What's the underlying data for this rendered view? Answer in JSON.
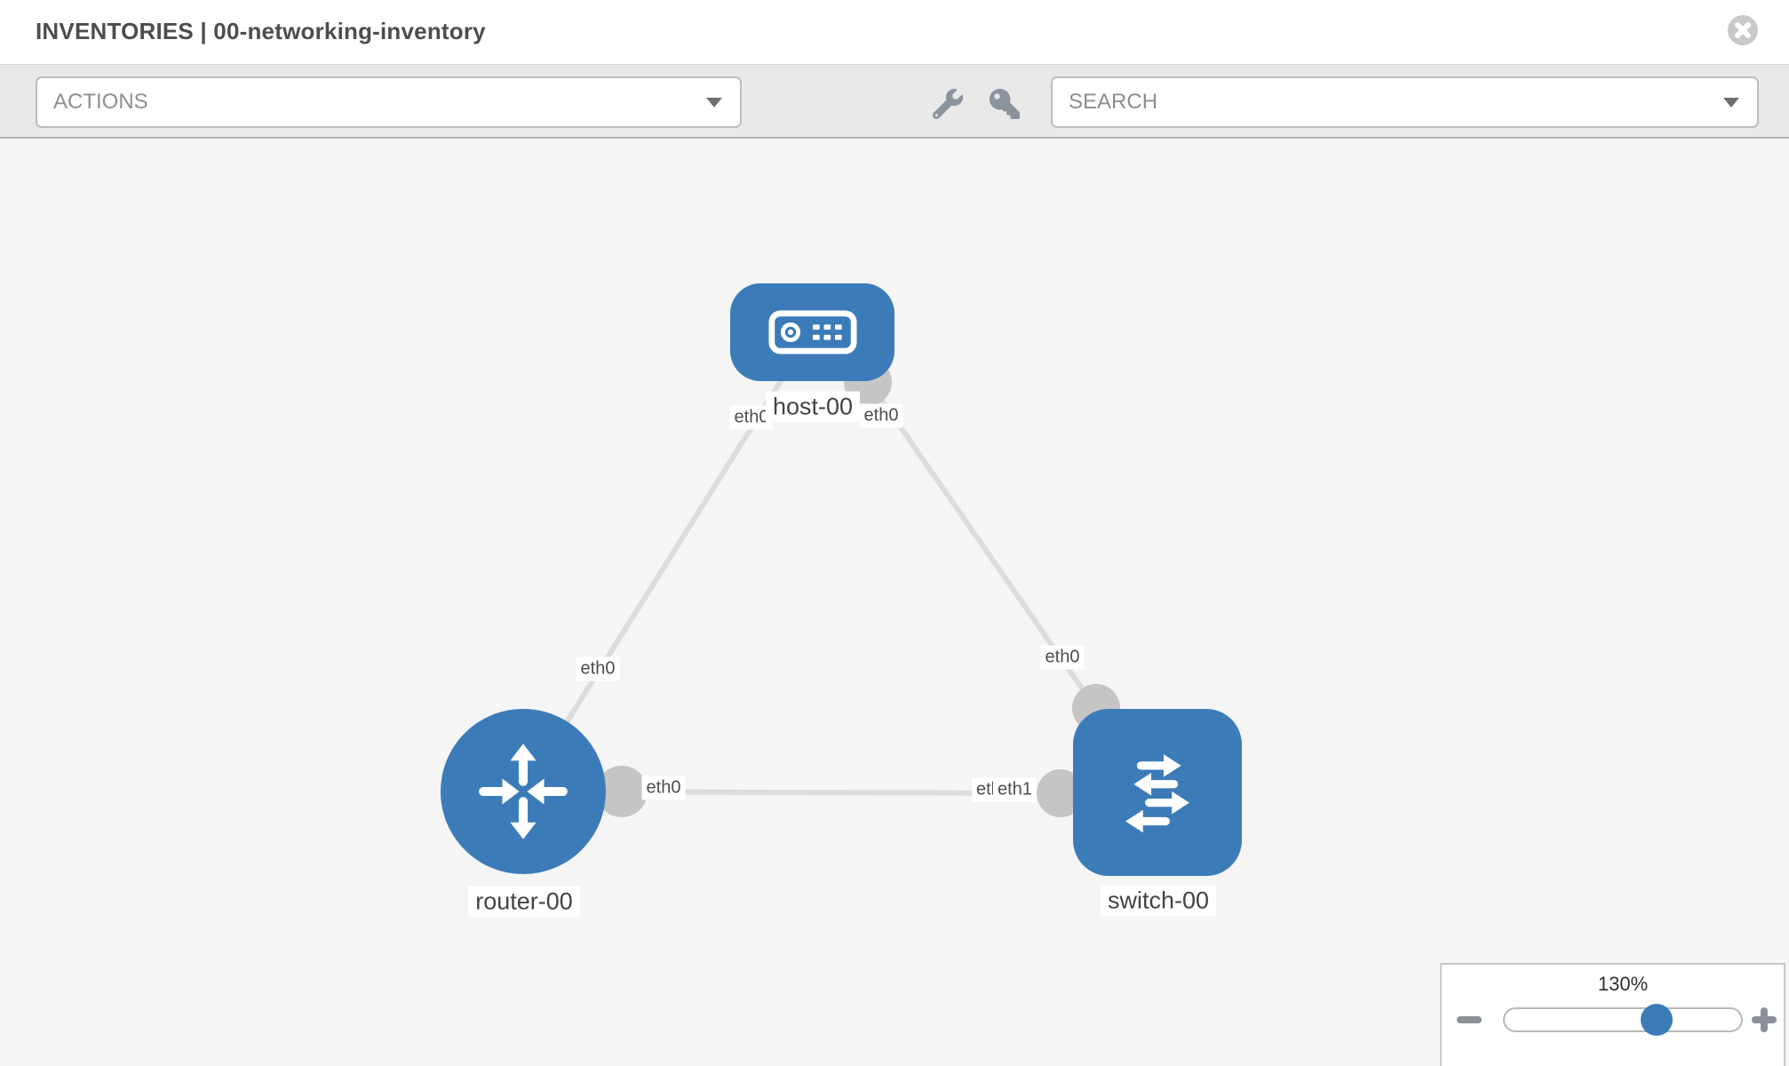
{
  "header": {
    "title": "INVENTORIES | 00-networking-inventory",
    "close_icon": "circle-x"
  },
  "toolbar": {
    "actions_dropdown": {
      "label": "ACTIONS"
    },
    "search_dropdown": {
      "label": "SEARCH"
    },
    "tool_icons": [
      "wrench-icon",
      "key-icon"
    ]
  },
  "topology": {
    "nodes": [
      {
        "label": "host-00",
        "type": "host",
        "shape": "rounded-rectangle",
        "icon": "server-icon"
      },
      {
        "label": "router-00",
        "type": "router",
        "shape": "circle",
        "icon": "router-arrows-icon"
      },
      {
        "label": "switch-00",
        "type": "switch",
        "shape": "rounded-square",
        "icon": "switch-arrows-icon"
      }
    ],
    "interface_labels": {
      "host_left": "eth0",
      "host_right": "eth0",
      "router_host_link": "eth0",
      "switch_host_link": "eth0",
      "router_switch_near_router": "eth0",
      "switch_left_back": "eth0",
      "switch_left_front": "eth1"
    },
    "links": [
      {
        "from": "router-00",
        "to": "host-00",
        "from_interface": "eth0",
        "to_interface": "eth0"
      },
      {
        "from": "host-00",
        "to": "switch-00",
        "from_interface": "eth0",
        "to_interface": "eth0"
      },
      {
        "from": "router-00",
        "to": "switch-00",
        "from_interface": "eth0",
        "to_interface": "eth1"
      }
    ]
  },
  "zoom_control": {
    "level": "130%"
  },
  "colors": {
    "node_blue": "#3b7cb8",
    "link_gray": "#dcdcdc",
    "endpoint_gray": "#c5c5c5",
    "toolbar_bg": "#e9e9e9",
    "canvas_bg": "#f5f5f5",
    "icon_gray": "#8b939c"
  }
}
